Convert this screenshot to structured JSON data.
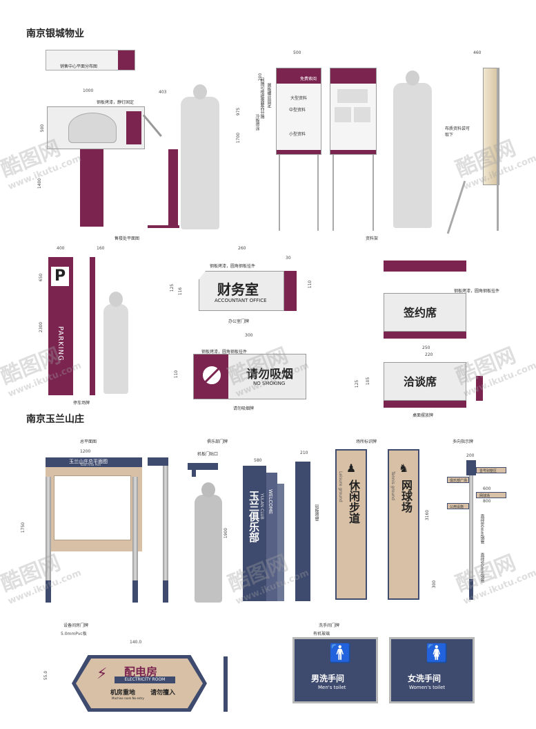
{
  "sections": {
    "yincheng_title": "南京银城物业",
    "yulan_title": "南京玉兰山庄"
  },
  "watermark": {
    "logo": "酷图网",
    "url": "www.ikutu.com"
  },
  "sales": {
    "caption": "售楼处平面图",
    "dim_width": "1000",
    "dim_side": "403",
    "dim_left": "1400",
    "dim_board": "500",
    "note": "钢板烤漆，静钉固定",
    "panel_text": "销售中心平面分布图"
  },
  "rack": {
    "caption": "资料架",
    "dim_width": "500",
    "dim_side": "460",
    "dim_top": "200",
    "dim_mid": "975",
    "dim_total": "1700",
    "vertical_note_1": "冷板喷涂",
    "vertical_note_2": "展板螺丝固定",
    "vertical_note_3": "间隔可根据需要而分隔",
    "side_note": "布质资料袋可取下",
    "slot_1": "免费索阅",
    "slot_2": "大型资料",
    "slot_3": "中型资料",
    "slot_4": "小型资料"
  },
  "parking": {
    "caption": "停车场牌",
    "letter": "P",
    "word": "PARKING",
    "dim_a": "400",
    "dim_b": "160",
    "dim_c": "650",
    "dim_d": "2300"
  },
  "office": {
    "caption": "办公室门牌",
    "title": "财务室",
    "subtitle": "ACCOUNTANT OFFICE",
    "note": "钢板烤漆，圆角钢板挂件",
    "dim_width": "260",
    "dim_small": "30",
    "dim_h1": "125",
    "dim_h2": "116",
    "dim_h3": "110"
  },
  "nosmoke": {
    "caption": "请勿吸烟牌",
    "title": "请勿吸烟",
    "subtitle": "NO SMOKING",
    "note": "钢板烤漆，圆角钢板挂件",
    "dim_width": "300",
    "dim_h": "110"
  },
  "desk": {
    "caption": "桌面摆放牌",
    "sign_1": "签约席",
    "sign_2": "洽谈席",
    "note": "钢板烤漆，圆角钢板挂件",
    "dim_w1": "250",
    "dim_w2": "220",
    "dim_h1": "125",
    "dim_h2": "105"
  },
  "yulan": {
    "map_caption": "总平面图",
    "map_header": "玉兰山庄总平面图",
    "map_sub": "Yulan Villa Plan",
    "map_dim_w": "1200",
    "map_dim_h": "1750",
    "club_caption": "俱乐部门牌",
    "club_cn": "玉兰俱乐部",
    "club_en": "YULAN CLUB",
    "welcome": "WELCOME",
    "club_note": "机板门贴口",
    "club_dim_580": "580",
    "club_dim_210": "210",
    "club_dim_1900": "1900",
    "club_side_note": "铝板喷塑",
    "venue_caption": "场所标识牌",
    "venue_1_cn": "休闲步道",
    "venue_1_en": "Leisure ground",
    "venue_2_cn": "网球场",
    "venue_2_en": "Tennis ground",
    "dir_caption": "多向指示牌",
    "dir_dim_200": "200",
    "dir_dim_3160": "3160",
    "dir_dim_300": "300",
    "dir_dim_800": "800",
    "dir_dim_600": "600",
    "dir_note_1": "直径80mm钢管",
    "dir_note_2": "直径90mm钢管",
    "dir_arm_1": "壹号别墅区",
    "dir_arm_2": "俱乐部广场",
    "dir_arm_3": "网球场",
    "dir_arm_4": "公用设施"
  },
  "power": {
    "caption": "设备间房门牌",
    "thickness": "5.0mmPvc板",
    "title": "配电房",
    "subtitle": "ELECTRICITY ROOM",
    "warn_1": "机房重地",
    "warn_2": "请勿擅入",
    "warn_en": "Machine room  No entry",
    "dim_w": "140.0",
    "dim_h": "55.0"
  },
  "toilet": {
    "caption": "洗手间门牌",
    "note": "有机玻璃",
    "men_cn": "男洗手间",
    "men_en": "Men's toilet",
    "women_cn": "女洗手间",
    "women_en": "Women's toilet"
  },
  "colors": {
    "maroon": "#7b2450",
    "navy": "#3e4a6e",
    "beige": "#d7c0a6"
  }
}
